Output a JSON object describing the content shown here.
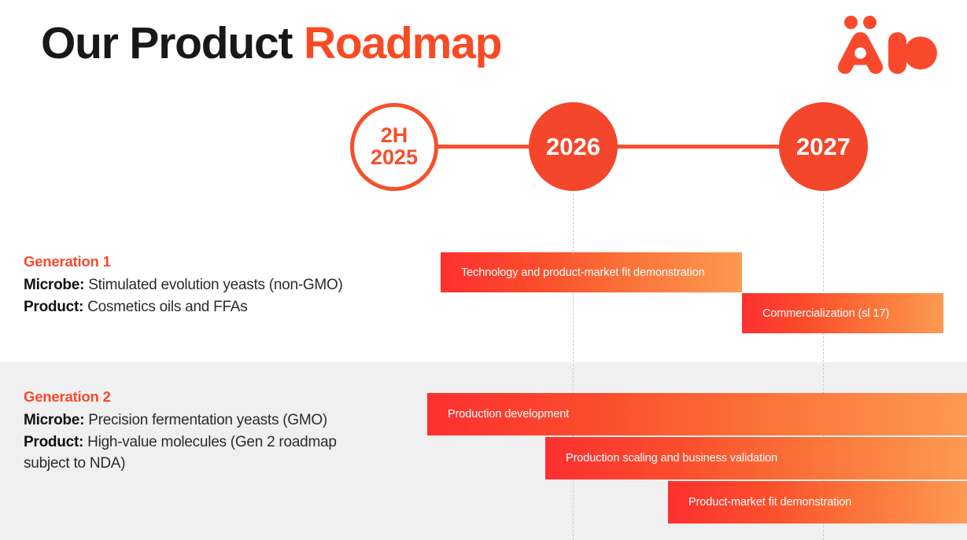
{
  "header": {
    "title_main": "Our Product ",
    "title_accent": "Roadmap",
    "logo_name": "aio-logo",
    "logo_text": "ÄIO"
  },
  "theme": {
    "accent": "#f9492c",
    "bar_gradient_start": "#fd3030",
    "bar_gradient_end": "#fd9a51",
    "band_gen2_bg": "#f0f0f0",
    "page_bg": "#ffffff",
    "dotted_line": "#c9c9c9"
  },
  "timeline": {
    "nodes": [
      {
        "label_line1": "2H",
        "label_line2": "2025",
        "style": "outline"
      },
      {
        "label_line1": "2026",
        "label_line2": "",
        "style": "filled"
      },
      {
        "label_line1": "2027",
        "label_line2": "",
        "style": "filled"
      }
    ]
  },
  "sections": [
    {
      "title": "Generation 1",
      "rows": [
        {
          "label": "Microbe:",
          "value": " Stimulated evolution yeasts (non-GMO)"
        },
        {
          "label": "Product:",
          "value": " Cosmetics oils and FFAs"
        }
      ],
      "bars": [
        {
          "label": "Technology and product-market fit demonstration"
        },
        {
          "label": "Commercialization (sl 17)"
        }
      ]
    },
    {
      "title": "Generation 2",
      "rows": [
        {
          "label": "Microbe:",
          "value": " Precision fermentation yeasts (GMO)"
        },
        {
          "label": "Product:",
          "value": " High-value molecules (Gen 2 roadmap"
        },
        {
          "label": "",
          "value": "subject to NDA)"
        }
      ],
      "bars": [
        {
          "label": "Production development"
        },
        {
          "label": "Production scaling and business validation"
        },
        {
          "label": "Product-market fit demonstration"
        }
      ]
    }
  ]
}
